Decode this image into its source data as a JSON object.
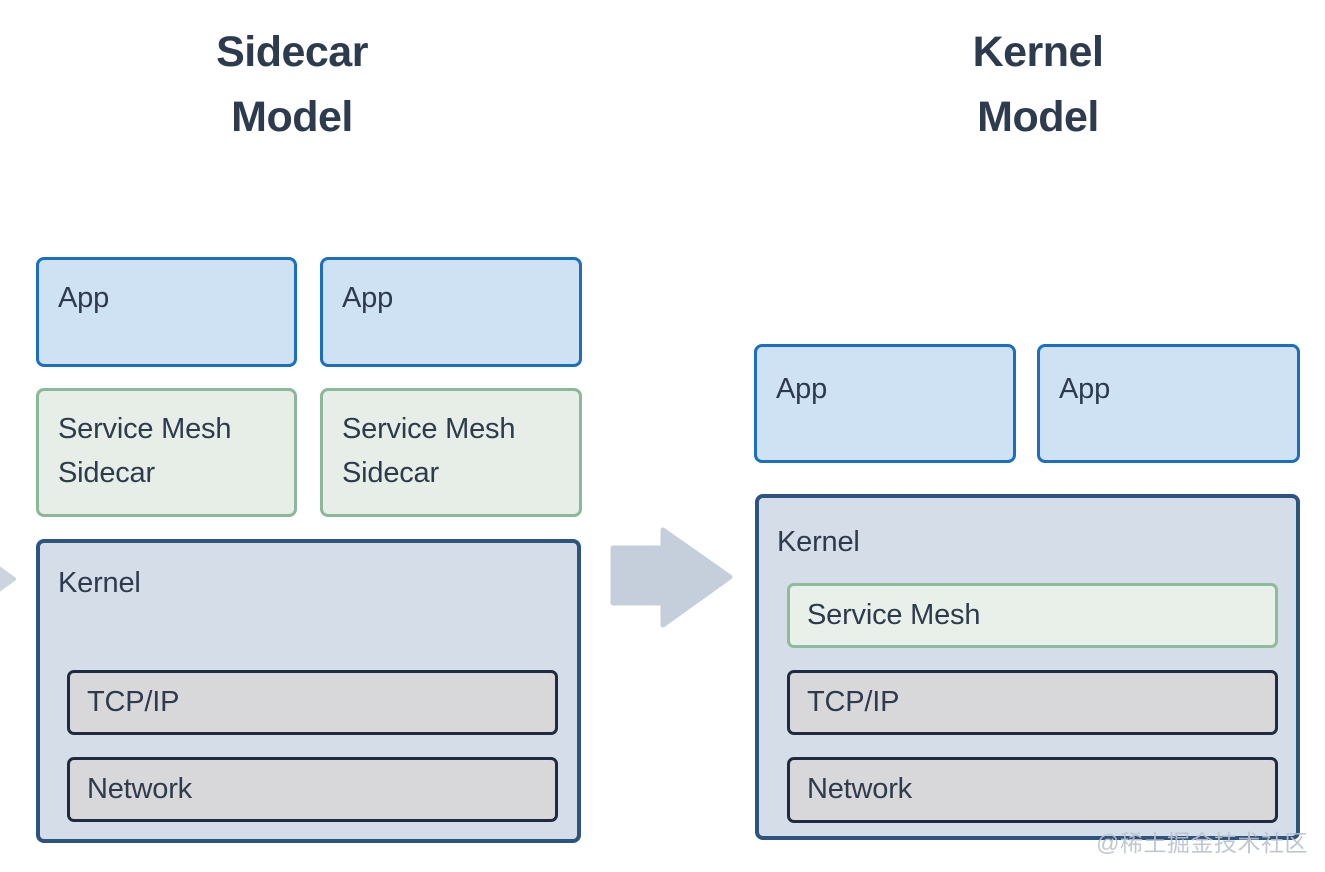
{
  "titles": {
    "left": {
      "line1": "Sidecar",
      "line2": "Model"
    },
    "right": {
      "line1": "Kernel",
      "line2": "Model"
    }
  },
  "sidecar_model": {
    "apps": [
      "App",
      "App"
    ],
    "sidecars": [
      {
        "line1": "Service Mesh",
        "line2": "Sidecar"
      },
      {
        "line1": "Service Mesh",
        "line2": "Sidecar"
      }
    ],
    "kernel": {
      "label": "Kernel",
      "layers": [
        "TCP/IP",
        "Network"
      ]
    }
  },
  "kernel_model": {
    "apps": [
      "App",
      "App"
    ],
    "kernel": {
      "label": "Kernel",
      "service_mesh": "Service Mesh",
      "layers": [
        "TCP/IP",
        "Network"
      ]
    }
  },
  "watermark": "@稀土掘金技术社区",
  "icons": {
    "transform_arrow": "right-block-arrow",
    "edge_arrow": "right-block-arrow-partial"
  },
  "colors": {
    "title_text": "#2d3b4e",
    "label_text": "#2e3b4d",
    "app_fill": "#cfe2f3",
    "app_border": "#1b6ec2",
    "mesh_fill": "#e6eee7",
    "mesh_border": "#8bb89a",
    "service_mesh_fill": "#e9f0e9",
    "service_mesh_border": "#8dbc9c",
    "kernel_fill": "#d5dde9",
    "kernel_border": "#2d5381",
    "layer_fill": "#d8d8da",
    "layer_border": "#202a40",
    "arrow": "#c5cfdb",
    "watermark_text": "#bac1cb"
  }
}
